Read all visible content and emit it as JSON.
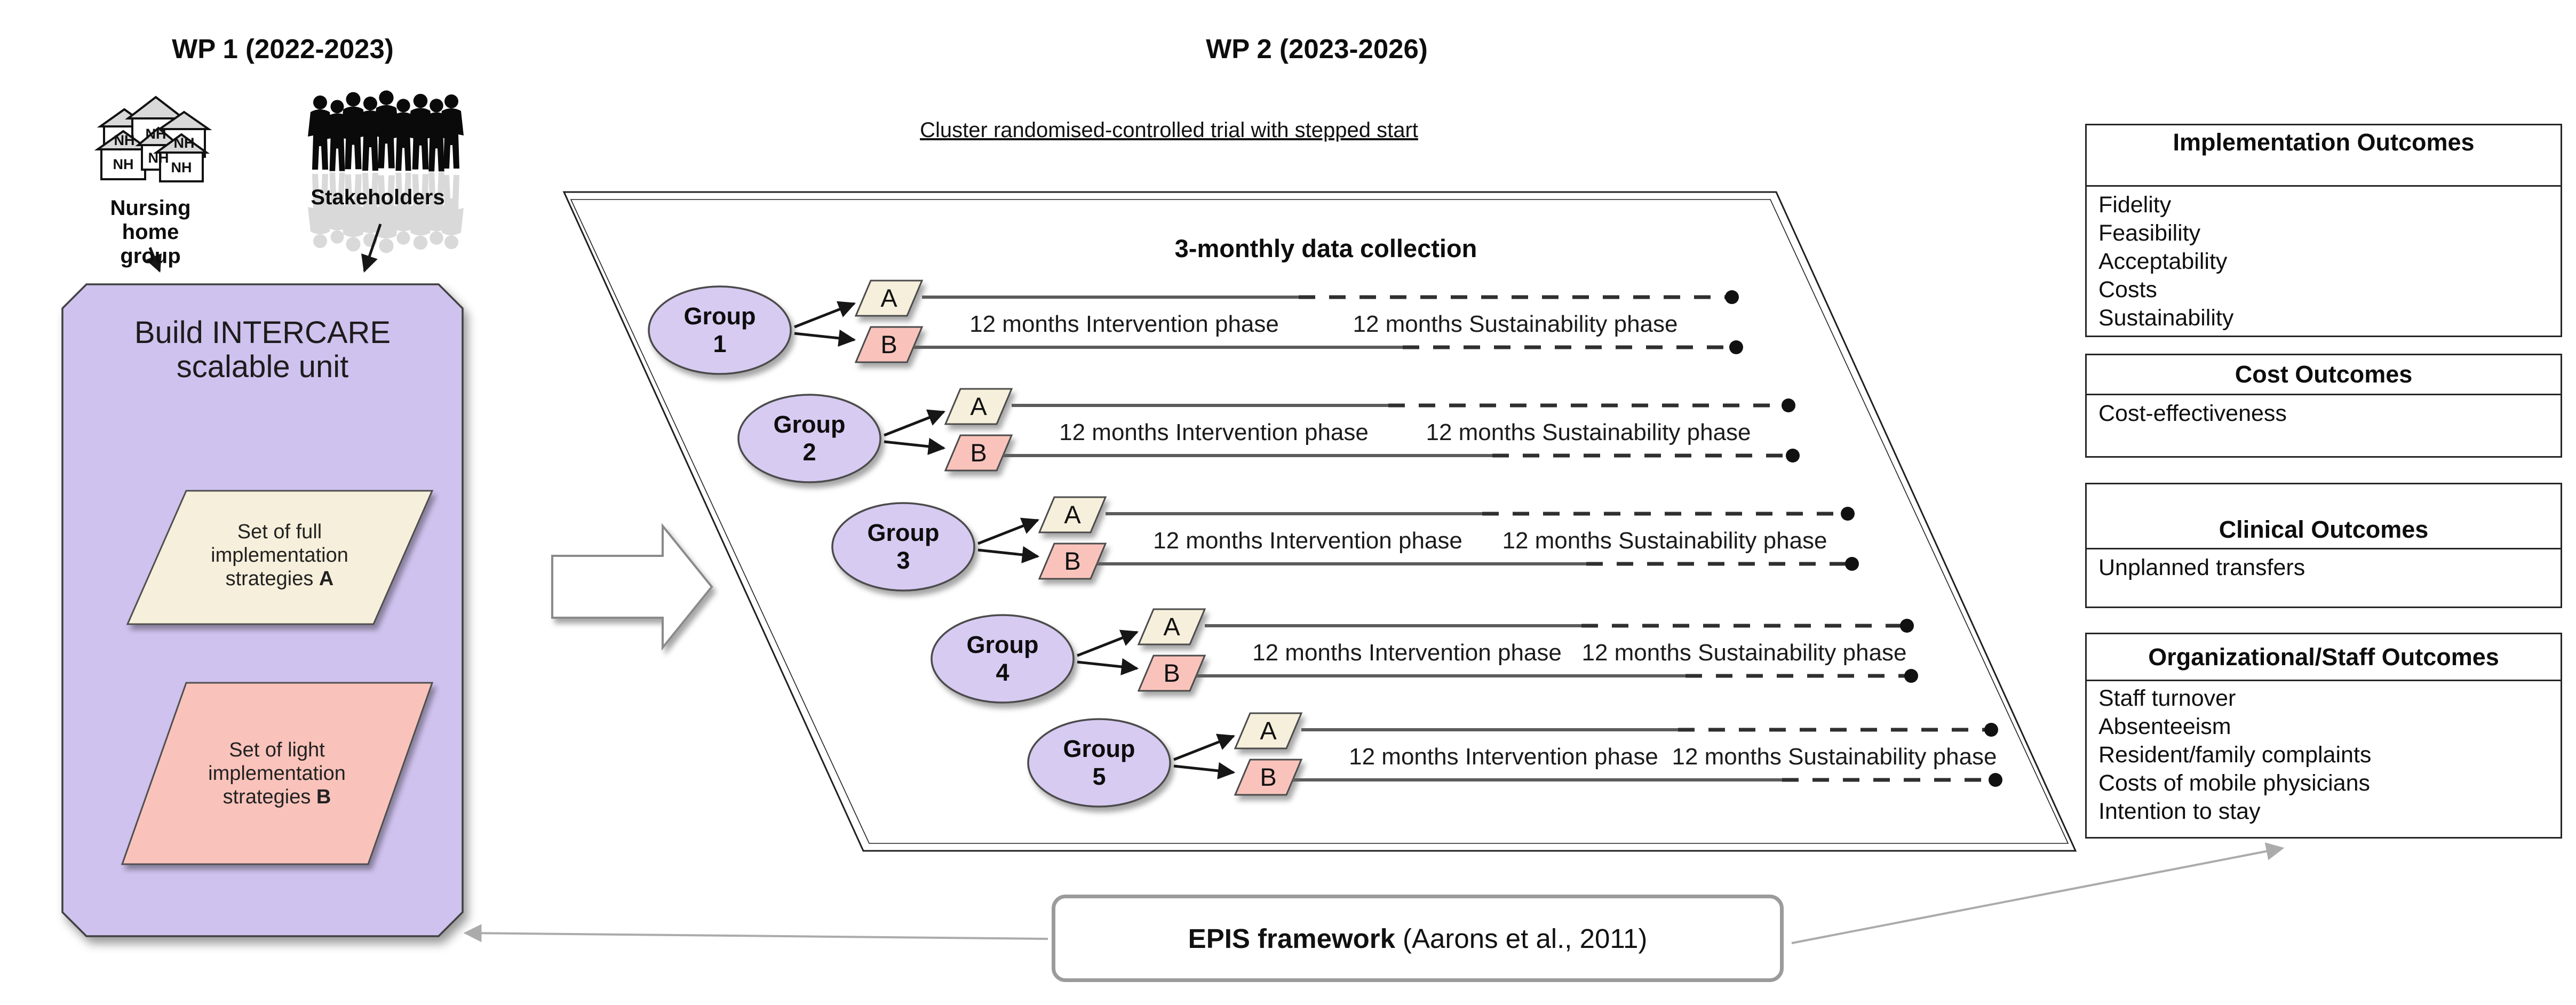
{
  "wp1": {
    "title": "WP 1 (2022-2023)",
    "nursing_home_label": "Nursing home group",
    "stakeholders_label": "Stakeholders",
    "nh_label": "NH",
    "box_title": "Build INTERCARE scalable unit",
    "strategy_a": {
      "text": "Set of full implementation strategies",
      "letter": "A"
    },
    "strategy_b": {
      "text": "Set of light implementation strategies",
      "letter": "B"
    }
  },
  "wp2": {
    "title": "WP 2 (2023-2026)",
    "subtitle": "Cluster randomised-controlled trial with stepped start",
    "data_collection_label": "3-monthly data collection",
    "intervention_label": "12 months Intervention phase",
    "sustainability_label": "12 months Sustainability phase",
    "arm_a": "A",
    "arm_b": "B",
    "groups": [
      {
        "label": "Group",
        "number": "1"
      },
      {
        "label": "Group",
        "number": "2"
      },
      {
        "label": "Group",
        "number": "3"
      },
      {
        "label": "Group",
        "number": "4"
      },
      {
        "label": "Group",
        "number": "5"
      }
    ]
  },
  "outcomes": [
    {
      "title": "Implementation Outcomes",
      "items": [
        "Fidelity",
        "Feasibility",
        "Acceptability",
        "Costs",
        "Sustainability"
      ]
    },
    {
      "title": "Cost Outcomes",
      "items": [
        "Cost-effectiveness"
      ]
    },
    {
      "title": "Clinical Outcomes",
      "items": [
        "Unplanned transfers"
      ]
    },
    {
      "title": "Organizational/Staff Outcomes",
      "items": [
        "Staff turnover",
        "Absenteeism",
        "Resident/family complaints",
        "Costs of mobile physicians",
        "Intention to stay"
      ]
    }
  ],
  "epis": {
    "title_bold": "EPIS framework",
    "title_rest": "(Aarons et al., 2011)"
  },
  "colors": {
    "panel_purple": "#cfc2ee",
    "ellipse_purple": "#d7cbf2",
    "strategy_a_cream": "#f6efdb",
    "strategy_b_pink": "#f9c3bb",
    "line_gray": "#5c5c5c",
    "dash_gray": "#2f2f2f",
    "epis_border_gray": "#9b9b9b",
    "connector_gray": "#ababab",
    "outcome_border": "#262626"
  }
}
